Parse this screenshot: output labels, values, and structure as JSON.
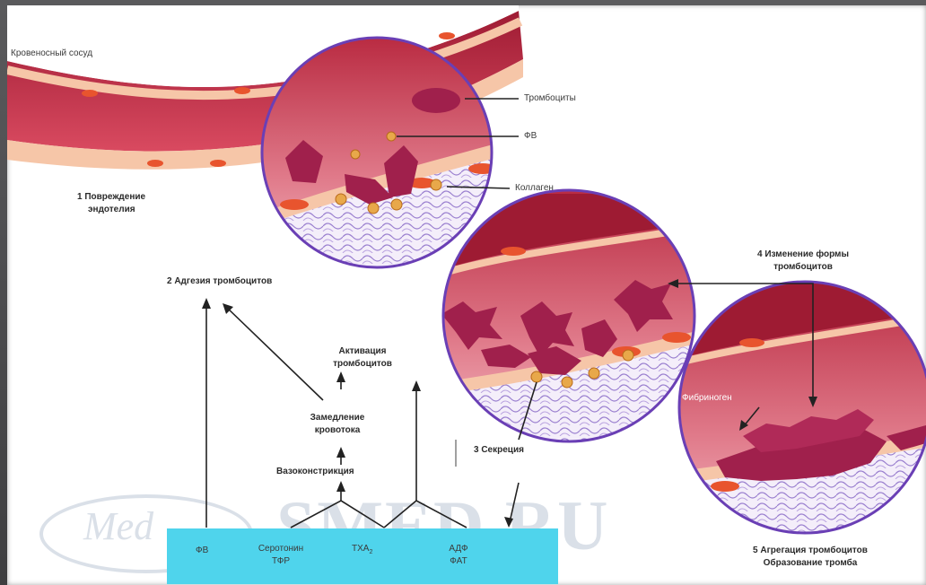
{
  "labels": {
    "vessel": "Кровеносный сосуд",
    "platelets": "Тромбоциты",
    "fv_top": "ФВ",
    "collagen": "Коллаген",
    "step1_line1": "1 Повреждение",
    "step1_line2": "эндотелия",
    "step2": "2 Адгезия тромбоцитов",
    "activation_line1": "Активация",
    "activation_line2": "тромбоцитов",
    "slowdown_line1": "Замедление",
    "slowdown_line2": "кровотока",
    "vasoconstriction": "Вазоконстрикция",
    "step3": "3 Секреция",
    "step4_line1": "4 Изменение формы",
    "step4_line2": "тромбоцитов",
    "fibrinogen": "Фибриноген",
    "step5_line1": "5 Агрегация тромбоцитов",
    "step5_line2": "Образование тромба"
  },
  "box": {
    "fv": "ФВ",
    "serotonin": "Серотонин",
    "tfr": "ТФР",
    "txa": "ТХА",
    "txa_sub": "2",
    "adf": "АДФ",
    "fat": "ФАТ"
  },
  "watermark": {
    "text": "SMED.RU",
    "logo": "Med"
  },
  "colors": {
    "box": "#4fd4ec",
    "vessel_wall": "#c8304a",
    "circle_border": "#6a3fb5",
    "platelet": "#a0204c"
  }
}
